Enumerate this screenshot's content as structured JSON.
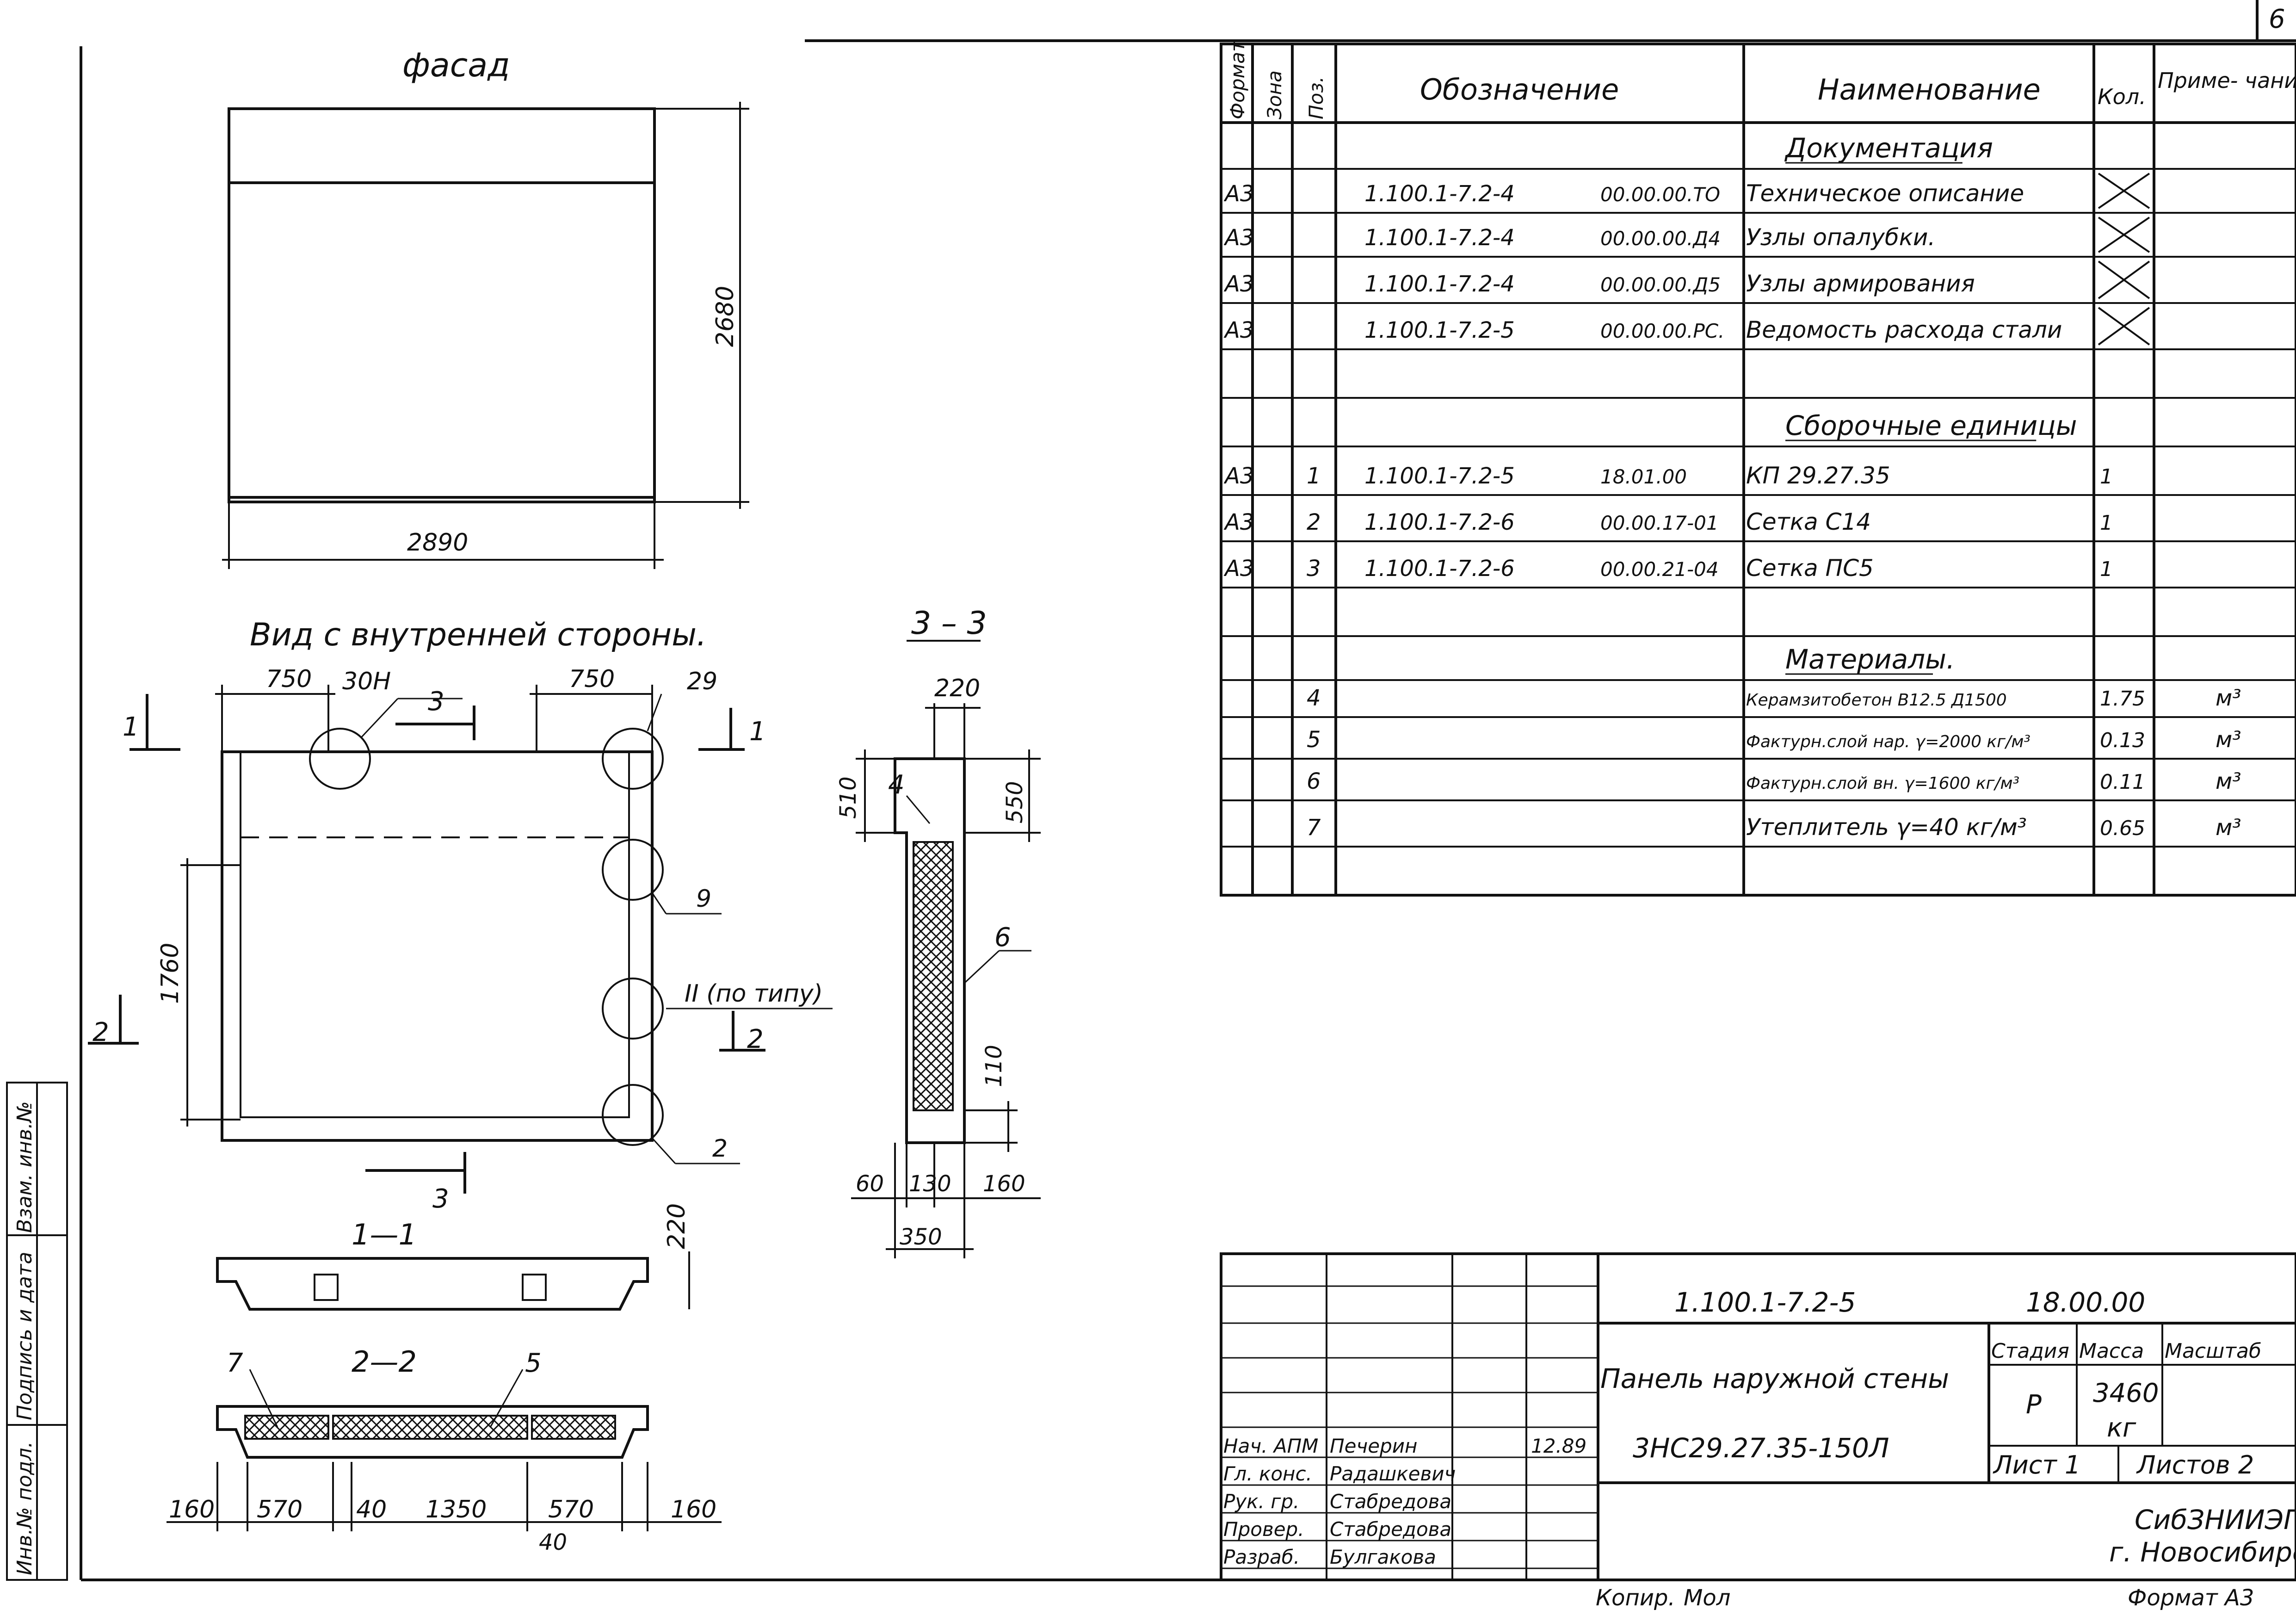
{
  "sheet_number": "6",
  "facade": {
    "title": "фасад",
    "dim_height": "2680",
    "dim_width": "2890"
  },
  "inner_view": {
    "title": "Вид с внутренней стороны.",
    "dim_left_top": "750",
    "dim_right_top": "750",
    "dim_height": "1760",
    "node_30n": "30Н",
    "node_29": "29",
    "node_9": "9",
    "node_2": "2",
    "node_typ": "II (по типу)",
    "cut_1": "1",
    "cut_2": "2",
    "cut_3": "3"
  },
  "section_1_1": {
    "title": "1—1",
    "dim_thickness": "220"
  },
  "section_2_2": {
    "title": "2—2",
    "pos_7": "7",
    "pos_5": "5",
    "dims": [
      "160",
      "570",
      "40",
      "1350",
      "570",
      "160"
    ],
    "dim_under": "40"
  },
  "section_3_3": {
    "title": "3 – 3",
    "dim_top": "220",
    "dim_510": "510",
    "dim_550": "550",
    "dim_110": "110",
    "pos_4": "4",
    "pos_6": "6",
    "dim_60": "60",
    "dim_130": "130",
    "dim_160": "160",
    "dim_350": "350"
  },
  "spec": {
    "headers": {
      "format": "Формат",
      "zone": "Зона",
      "pos": "Поз.",
      "designation": "Обозначение",
      "name": "Наименование",
      "qty": "Кол.",
      "note": "Приме-\nчание"
    },
    "rows": [
      {
        "format": "",
        "pos": "",
        "designation": "",
        "code": "",
        "name": "Документация",
        "qty": "",
        "note": "",
        "heading": true
      },
      {
        "format": "А3",
        "pos": "",
        "designation": "1.100.1-7.2-4",
        "code": "00.00.00.ТО",
        "name": "Техническое описание",
        "qty": "X",
        "note": ""
      },
      {
        "format": "А3",
        "pos": "",
        "designation": "1.100.1-7.2-4",
        "code": "00.00.00.Д4",
        "name": "Узлы опалубки.",
        "qty": "X",
        "note": ""
      },
      {
        "format": "А3",
        "pos": "",
        "designation": "1.100.1-7.2-4",
        "code": "00.00.00.Д5",
        "name": "Узлы армирования",
        "qty": "X",
        "note": ""
      },
      {
        "format": "А3",
        "pos": "",
        "designation": "1.100.1-7.2-5",
        "code": "00.00.00.РС.",
        "name": "Ведомость расхода стали",
        "qty": "X",
        "note": ""
      },
      {
        "format": "",
        "pos": "",
        "designation": "",
        "code": "",
        "name": "",
        "qty": "",
        "note": ""
      },
      {
        "format": "",
        "pos": "",
        "designation": "",
        "code": "",
        "name": "Сборочные единицы",
        "qty": "",
        "note": "",
        "heading": true
      },
      {
        "format": "А3",
        "pos": "1",
        "designation": "1.100.1-7.2-5",
        "code": "18.01.00",
        "name": "КП 29.27.35",
        "qty": "1",
        "note": ""
      },
      {
        "format": "А3",
        "pos": "2",
        "designation": "1.100.1-7.2-6",
        "code": "00.00.17-01",
        "name": "Сетка С14",
        "qty": "1",
        "note": ""
      },
      {
        "format": "А3",
        "pos": "3",
        "designation": "1.100.1-7.2-6",
        "code": "00.00.21-04",
        "name": "Сетка ПС5",
        "qty": "1",
        "note": ""
      },
      {
        "format": "",
        "pos": "",
        "designation": "",
        "code": "",
        "name": "",
        "qty": "",
        "note": ""
      },
      {
        "format": "",
        "pos": "",
        "designation": "",
        "code": "",
        "name": "Материалы.",
        "qty": "",
        "note": "",
        "heading": true
      },
      {
        "format": "",
        "pos": "4",
        "designation": "",
        "code": "",
        "name": "Керамзитобетон В12.5 Д1500",
        "qty": "1.75",
        "note": "м³"
      },
      {
        "format": "",
        "pos": "5",
        "designation": "",
        "code": "",
        "name": "Фактурн.слой нар. γ=2000 кг/м³",
        "qty": "0.13",
        "note": "м³"
      },
      {
        "format": "",
        "pos": "6",
        "designation": "",
        "code": "",
        "name": "Фактурн.слой вн. γ=1600 кг/м³",
        "qty": "0.11",
        "note": "м³"
      },
      {
        "format": "",
        "pos": "7",
        "designation": "",
        "code": "",
        "name": "Утеплитель γ=40 кг/м³",
        "qty": "0.65",
        "note": "м³"
      }
    ]
  },
  "title_block": {
    "code": "1.100.1-7.2-5",
    "code_suffix": "18.00.00",
    "name_line1": "Панель наружной стены",
    "name_line2": "3НС29.27.35-150Л",
    "stage_label": "Стадия",
    "mass_label": "Масса",
    "scale_label": "Масштаб",
    "stage": "Р",
    "mass": "3460",
    "mass_unit": "кг",
    "sheet_label": "Лист 1",
    "sheets_label": "Листов 2",
    "org_line1": "СибЗНИИЭП",
    "org_line2": "г. Новосибирск",
    "staff": [
      {
        "role": "Нач. АПМ",
        "name": "Печерин",
        "date": "12.89"
      },
      {
        "role": "Гл. конс.",
        "name": "Радашкевич",
        "date": ""
      },
      {
        "role": "Рук. гр.",
        "name": "Стабредова",
        "date": ""
      },
      {
        "role": "Провер.",
        "name": "Стабредова",
        "date": ""
      },
      {
        "role": "Разраб.",
        "name": "Булгакова",
        "date": ""
      }
    ],
    "copy_label": "Копир.",
    "copy_sign": "Мол",
    "format_label": "Формат А3"
  },
  "side_stamp": {
    "inv_orig": "Инв.№ подл.",
    "sign_date": "Подпись и дата",
    "inv_repl": "Взам. инв.№"
  }
}
